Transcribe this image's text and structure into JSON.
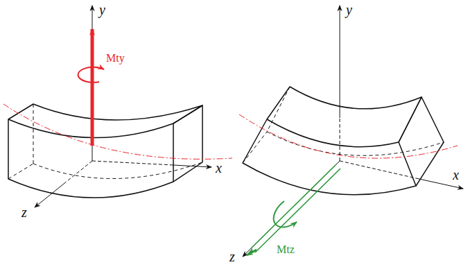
{
  "diagram": {
    "labels": [
      "y",
      "x",
      "z",
      "Mty",
      "y",
      "x",
      "z",
      "Mtz"
    ]
  }
}
